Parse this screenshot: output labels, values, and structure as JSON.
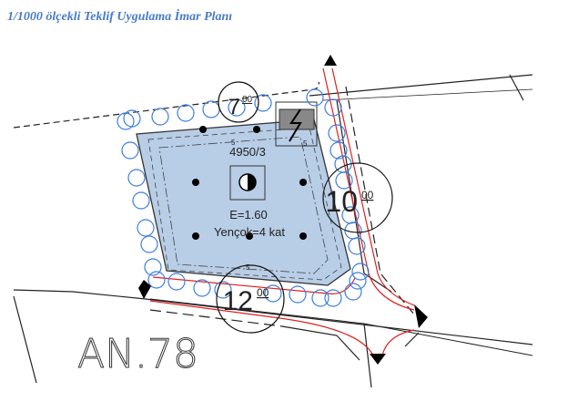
{
  "title": "1/1000 ölçekli Teklif Uygulama İmar Planı",
  "parcel": {
    "id": "4950/3",
    "floor_area_ratio": "E=1.60",
    "max_height": "Yençok=4 kat",
    "setback": "5"
  },
  "roads": [
    {
      "width": "7",
      "decimals": "00"
    },
    {
      "width": "10",
      "decimals": "00"
    },
    {
      "width": "12",
      "decimals": "00"
    }
  ],
  "block_label": "AN.78",
  "colors": {
    "parcel_fill": "#b8cde6",
    "tree": "#3b7de0",
    "road_edge": "#e02020",
    "title": "#4a7bc8"
  }
}
